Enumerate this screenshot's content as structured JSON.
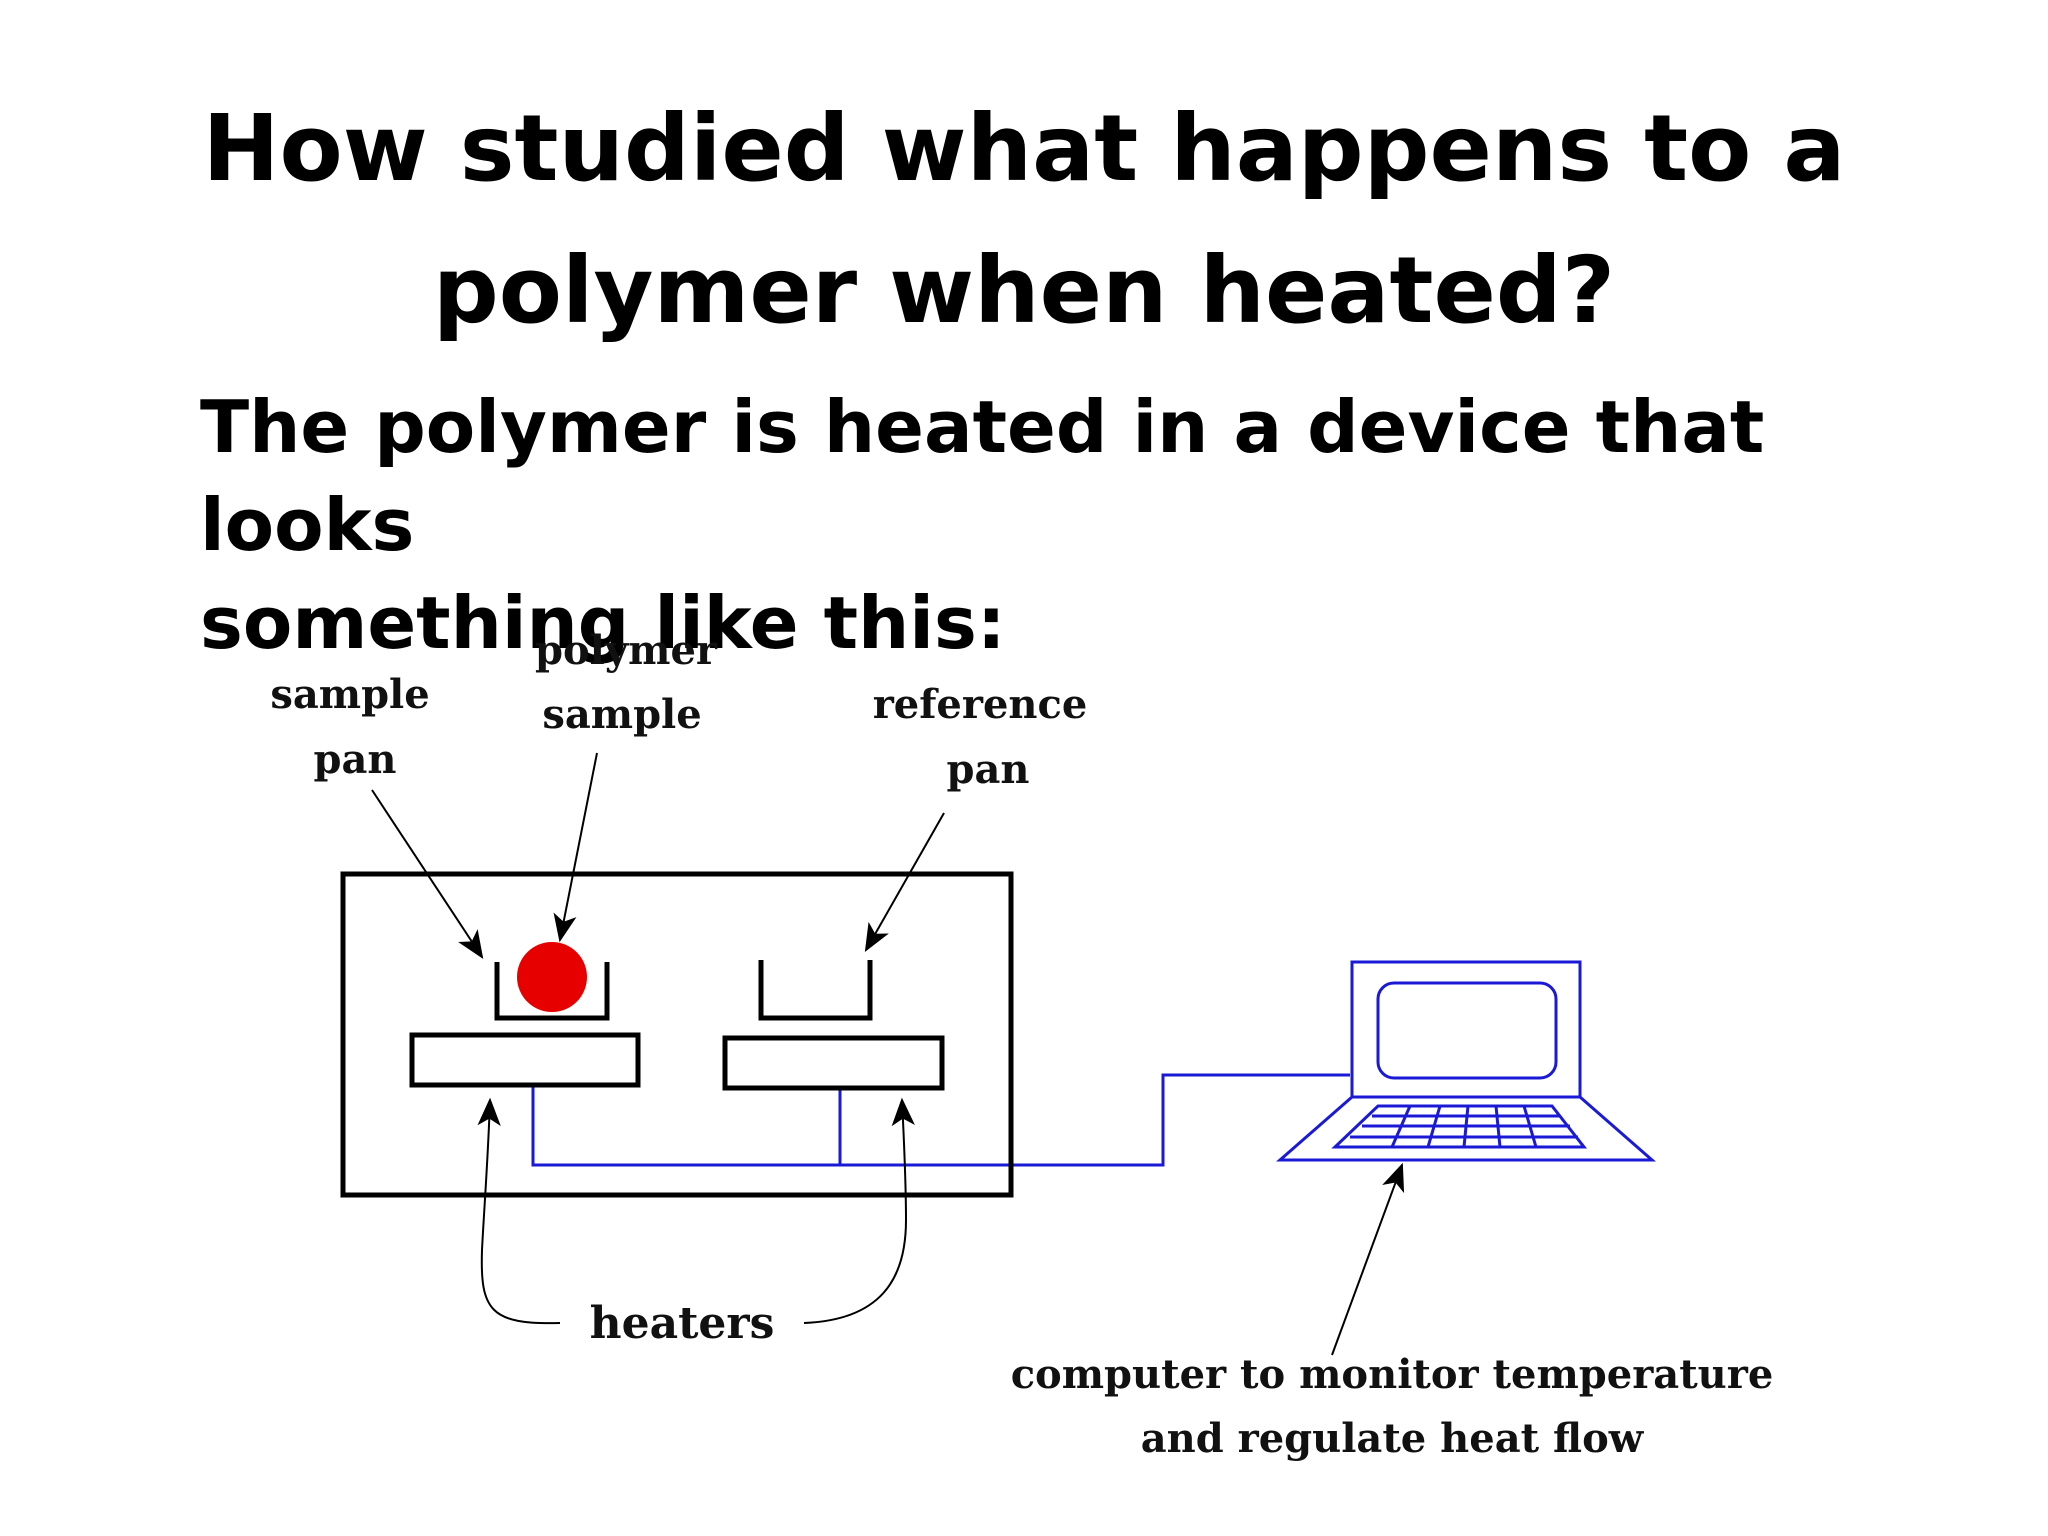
{
  "slide": {
    "title_line1": "How studied what happens to a",
    "title_line2": "polymer when heated?",
    "subtitle_line1": "The polymer is heated in a device that looks",
    "subtitle_line2": "something like this:"
  },
  "diagram": {
    "labels": {
      "sample_pan_1": "sample",
      "sample_pan_2": "pan",
      "polymer_sample_1": "polymer",
      "polymer_sample_2": "sample",
      "reference_pan_1": "reference",
      "reference_pan_2": "pan",
      "heaters": "heaters",
      "computer_1": "computer to monitor temperature",
      "computer_2": "and regulate heat flow"
    },
    "colors": {
      "outline": "#000000",
      "wire": "#1a1ad6",
      "sample": "#e60000"
    }
  }
}
